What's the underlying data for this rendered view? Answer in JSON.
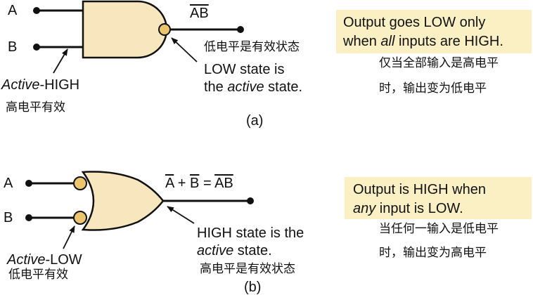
{
  "colors": {
    "gate_fill": "#f8e7be",
    "bubble_fill": "#ebc66e",
    "note_bg": "#fbf0c4",
    "line": "#111111"
  },
  "panel_a": {
    "input_a": "A",
    "input_b": "B",
    "output_label_bar": "AB",
    "active_high_prefix": "Active",
    "active_high_suffix": "-HIGH",
    "active_high_cn": "高电平有效",
    "output_active_cn": "低电平是有效状态",
    "low_state_line1": "LOW state is",
    "low_state_line2_pre": "the ",
    "low_state_line2_ital": "active",
    "low_state_line2_post": " state.",
    "caption": "(a)",
    "note_line1": "Output goes LOW only",
    "note_line2_pre": "when ",
    "note_line2_ital": "all",
    "note_line2_post": " inputs are HIGH.",
    "note_cn_line1": "仅当全部输入是高电平",
    "note_cn_line2": "时，输出变为低电平"
  },
  "panel_b": {
    "input_a": "A",
    "input_b": "B",
    "eq_a": "A",
    "eq_plus": " + ",
    "eq_b": "B",
    "eq_equals": " = ",
    "eq_ab": "AB",
    "active_low_prefix": "Active",
    "active_low_suffix": "-LOW",
    "active_low_cn": "低电平有效",
    "high_state_line1": "HIGH state is the",
    "high_state_line2_ital": "active",
    "high_state_line2_post": " state.",
    "output_active_cn": "高电平是有效状态",
    "caption": "(b)",
    "note_line1": "Output is HIGH when",
    "note_line2_ital": "any",
    "note_line2_post": " input is LOW.",
    "note_cn_line1": "当任何一输入是低电平",
    "note_cn_line2": "时，输出变为高电平"
  }
}
